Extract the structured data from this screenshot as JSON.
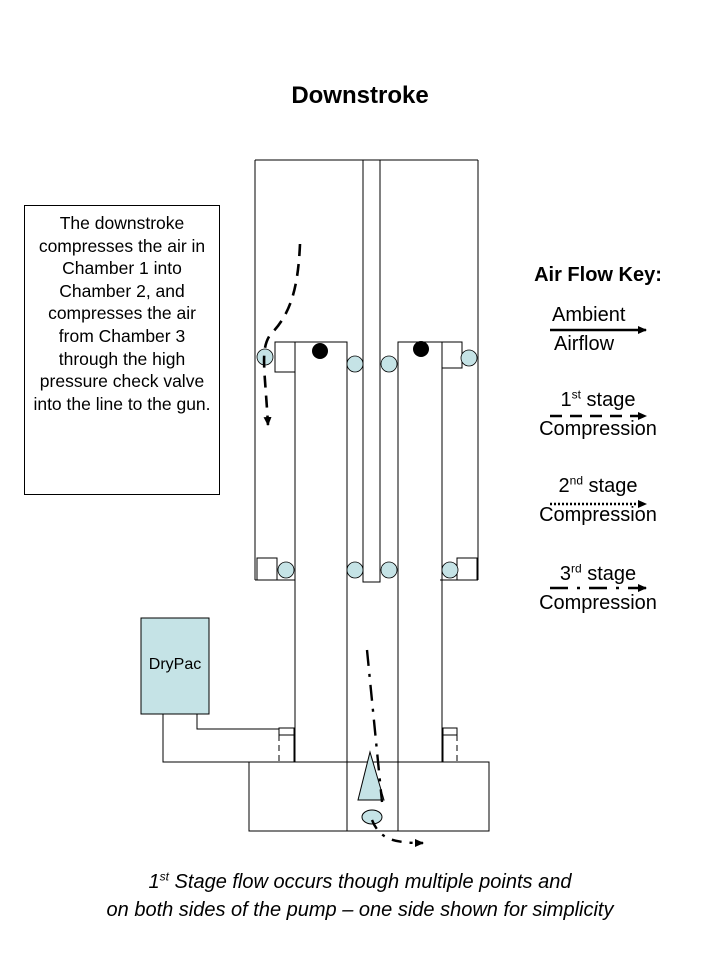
{
  "title": "Downstroke",
  "description": "The downstroke compresses the air in Chamber 1 into Chamber 2, and compresses the air from Chamber 3 through the high pressure check valve into the line to the gun.",
  "key": {
    "title": "Air Flow Key:",
    "ambient_line1": "Ambient",
    "ambient_line2": "Airflow",
    "stage1_num": "1",
    "stage1_sup": "st",
    "stage1_word": " stage",
    "stage1_line2": "Compression",
    "stage2_num": "2",
    "stage2_sup": "nd",
    "stage2_word": " stage",
    "stage2_line2": "Compression",
    "stage3_num": "3",
    "stage3_sup": "rd",
    "stage3_word": " stage",
    "stage3_line2": "Compression"
  },
  "drypac_label": "DryPac",
  "footer": {
    "num": "1",
    "sup": "st",
    "line1_rest": " Stage flow occurs though multiple points and",
    "line2": "on both sides of the pump – one side shown for simplicity"
  },
  "colors": {
    "seal": "#c5e3e6",
    "drypac": "#c5e3e6",
    "stroke": "#000000"
  }
}
